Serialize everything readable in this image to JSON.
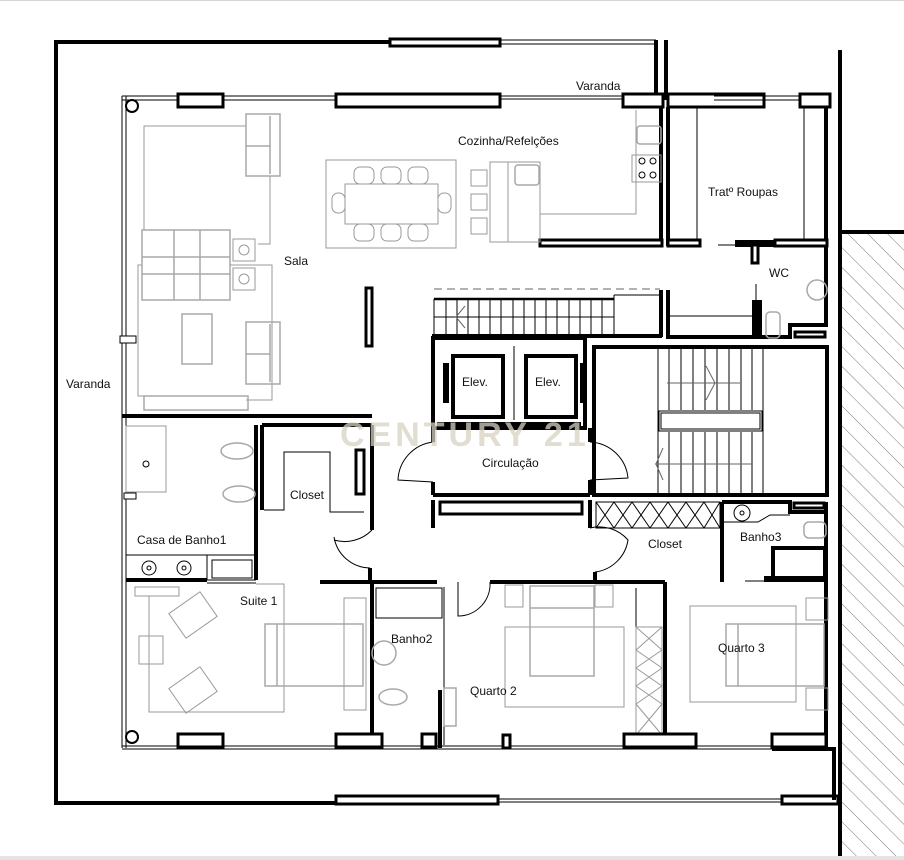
{
  "plan": {
    "type": "floor-plan",
    "watermark": "CENTURY 21",
    "rooms": {
      "varanda_top": "Varanda",
      "varanda_left": "Varanda",
      "cozinha": "Cozinha/Refelções",
      "sala": "Sala",
      "trat_roupas": "Tratº Roupas",
      "wc": "WC",
      "elev1": "Elev.",
      "elev2": "Elev.",
      "circulacao": "Circulação",
      "closet_suite": "Closet",
      "casa_banho1": "Casa de Banho1",
      "suite1": "Suite 1",
      "banho2": "Banho2",
      "quarto2": "Quarto 2",
      "closet_corridor": "Closet",
      "banho3": "Banho3",
      "quarto3": "Quarto 3"
    },
    "colors": {
      "wall": "#000000",
      "furniture": "#a8a8a8",
      "watermark": "#d8d2c2",
      "background": "#ffffff"
    }
  }
}
